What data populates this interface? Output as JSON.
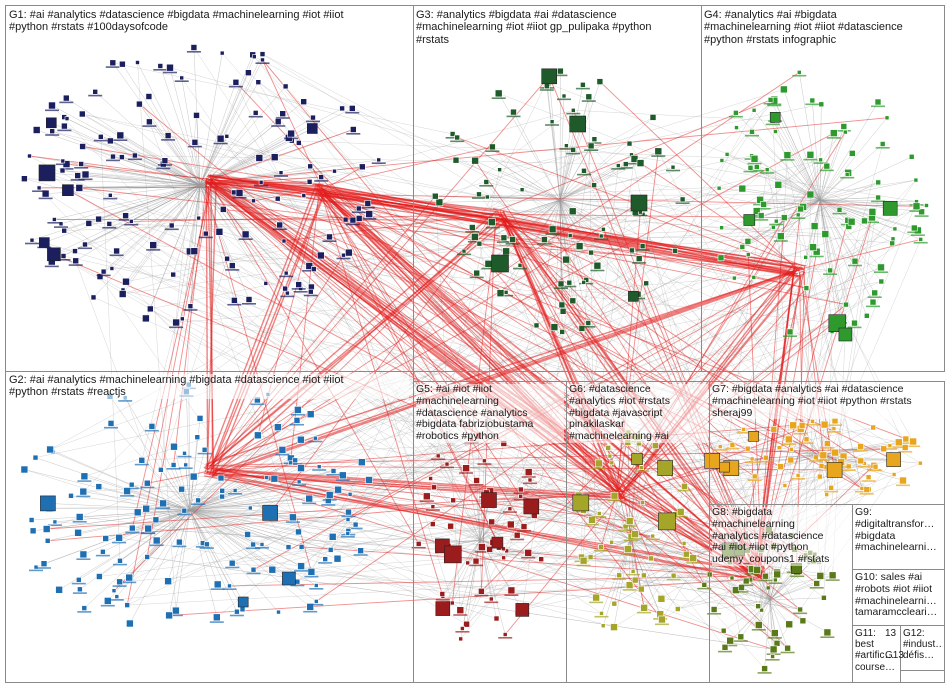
{
  "groups": [
    {
      "id": "G1",
      "label": "G1: #ai #analytics #datascience #bigdata #machinelearning #iot #iiot\n#python #rstats #100daysofcode",
      "color": "#1b1f5e"
    },
    {
      "id": "G2",
      "label": "G2: #ai #analytics #machinelearning #bigdata #datascience #iot #iiot\n#python #rstats #reactjs",
      "color": "#1f6fb3"
    },
    {
      "id": "G3",
      "label": "G3: #analytics #bigdata #ai #datascience\n#machinelearning #iot #iiot gp_pulipaka #python\n#rstats",
      "color": "#1f5a2a"
    },
    {
      "id": "G4",
      "label": "G4: #analytics #ai #bigdata\n#machinelearning #iot #iiot #datascience\n#python #rstats infographic",
      "color": "#2e9a2e"
    },
    {
      "id": "G5",
      "label": "G5: #ai #iot #iiot\n#machinelearning\n#datascience #analytics\n#bigdata fabriziobustama\n#robotics #python",
      "color": "#9b1c1c"
    },
    {
      "id": "G6",
      "label": "G6: #datascience\n#analytics #iot #rstats\n#bigdata #javascript\npinakilaskar\n#machinelearning #ai",
      "color": "#a5a52a"
    },
    {
      "id": "G7",
      "label": "G7: #bigdata #analytics #ai #datascience\n#machinelearning #iot #iiot #python #rstats\nsheraj99",
      "color": "#e8a61e"
    },
    {
      "id": "G8",
      "label": "G8: #bigdata\n#machinelearning\n#analytics #datascience\n#ai #iot #iiot #python\nudemy_coupons1 #rstats",
      "color": "#5a7a1a"
    },
    {
      "id": "G9",
      "label": "G9:\n#digitaltransfor…\n#bigdata\n#machinelearni…",
      "color": "#7a3a7a"
    },
    {
      "id": "G10",
      "label": "G10: sales #ai\n#robots #iot #iiot\n#machinelearni…\ntamaramccleari…",
      "color": "#333333"
    },
    {
      "id": "G11",
      "label": "G11:\nbest\n#artific…\ncourse…",
      "color": "#333333"
    },
    {
      "id": "G12",
      "label": "G12:\n#indust…\ndéfis…",
      "color": "#333333"
    },
    {
      "id": "G13",
      "label": "13\n\nG13",
      "color": "#333333"
    }
  ],
  "colors": {
    "edge_gray": "#9a9a9a",
    "edge_red": "#e31b1b",
    "panel_border": "#8a8a8a"
  }
}
